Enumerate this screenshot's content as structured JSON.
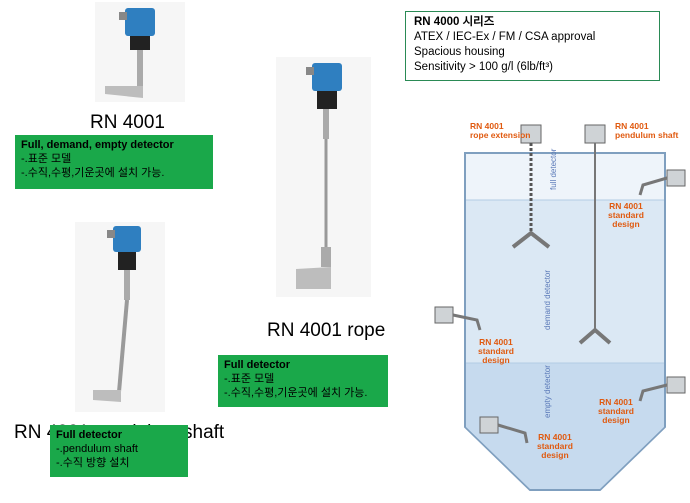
{
  "products": [
    {
      "title": "RN 4001",
      "box_title": "Full, demand, empty detector",
      "box_lines": [
        "-.표준 모델",
        "-.수직,수평,기운곳에 설치 가능."
      ]
    },
    {
      "title": "RN 4001 rope",
      "box_title": "Full detector",
      "box_lines": [
        "-.표준 모델",
        "-.수직,수평,기운곳에 설치 가능."
      ]
    },
    {
      "title": "RN 4001 pendulum shaft",
      "box_title": "Full detector",
      "box_lines": [
        "-.pendulum shaft",
        "-.수직 방향 설치"
      ]
    }
  ],
  "info": {
    "header": "RN 4000 시리즈",
    "lines": [
      "ATEX / IEC-Ex / FM / CSA approval",
      "Spacious housing",
      "Sensitivity > 100 g/l (6lb/ft³)"
    ]
  },
  "diagram": {
    "labels": {
      "rope_ext": [
        "RN 4001",
        "rope extension"
      ],
      "pend_shaft": [
        "RN 4001",
        "pendulum shaft"
      ],
      "std_top": [
        "RN 4001",
        "standard",
        "design"
      ],
      "std_left": [
        "RN 4001",
        "standard",
        "design"
      ],
      "std_right": [
        "RN 4001",
        "standard",
        "design"
      ],
      "std_bottom": [
        "RN 4001",
        "standard",
        "design"
      ]
    },
    "zones": {
      "full": "full detector",
      "demand": "demand detector",
      "empty": "empty detector"
    }
  },
  "colors": {
    "green_box": "#1aa84a",
    "info_border": "#2a8a55",
    "label_orange": "#e05a10",
    "tank_fill": "#c9ddef",
    "sensor_blue": "#2f7fc0"
  }
}
